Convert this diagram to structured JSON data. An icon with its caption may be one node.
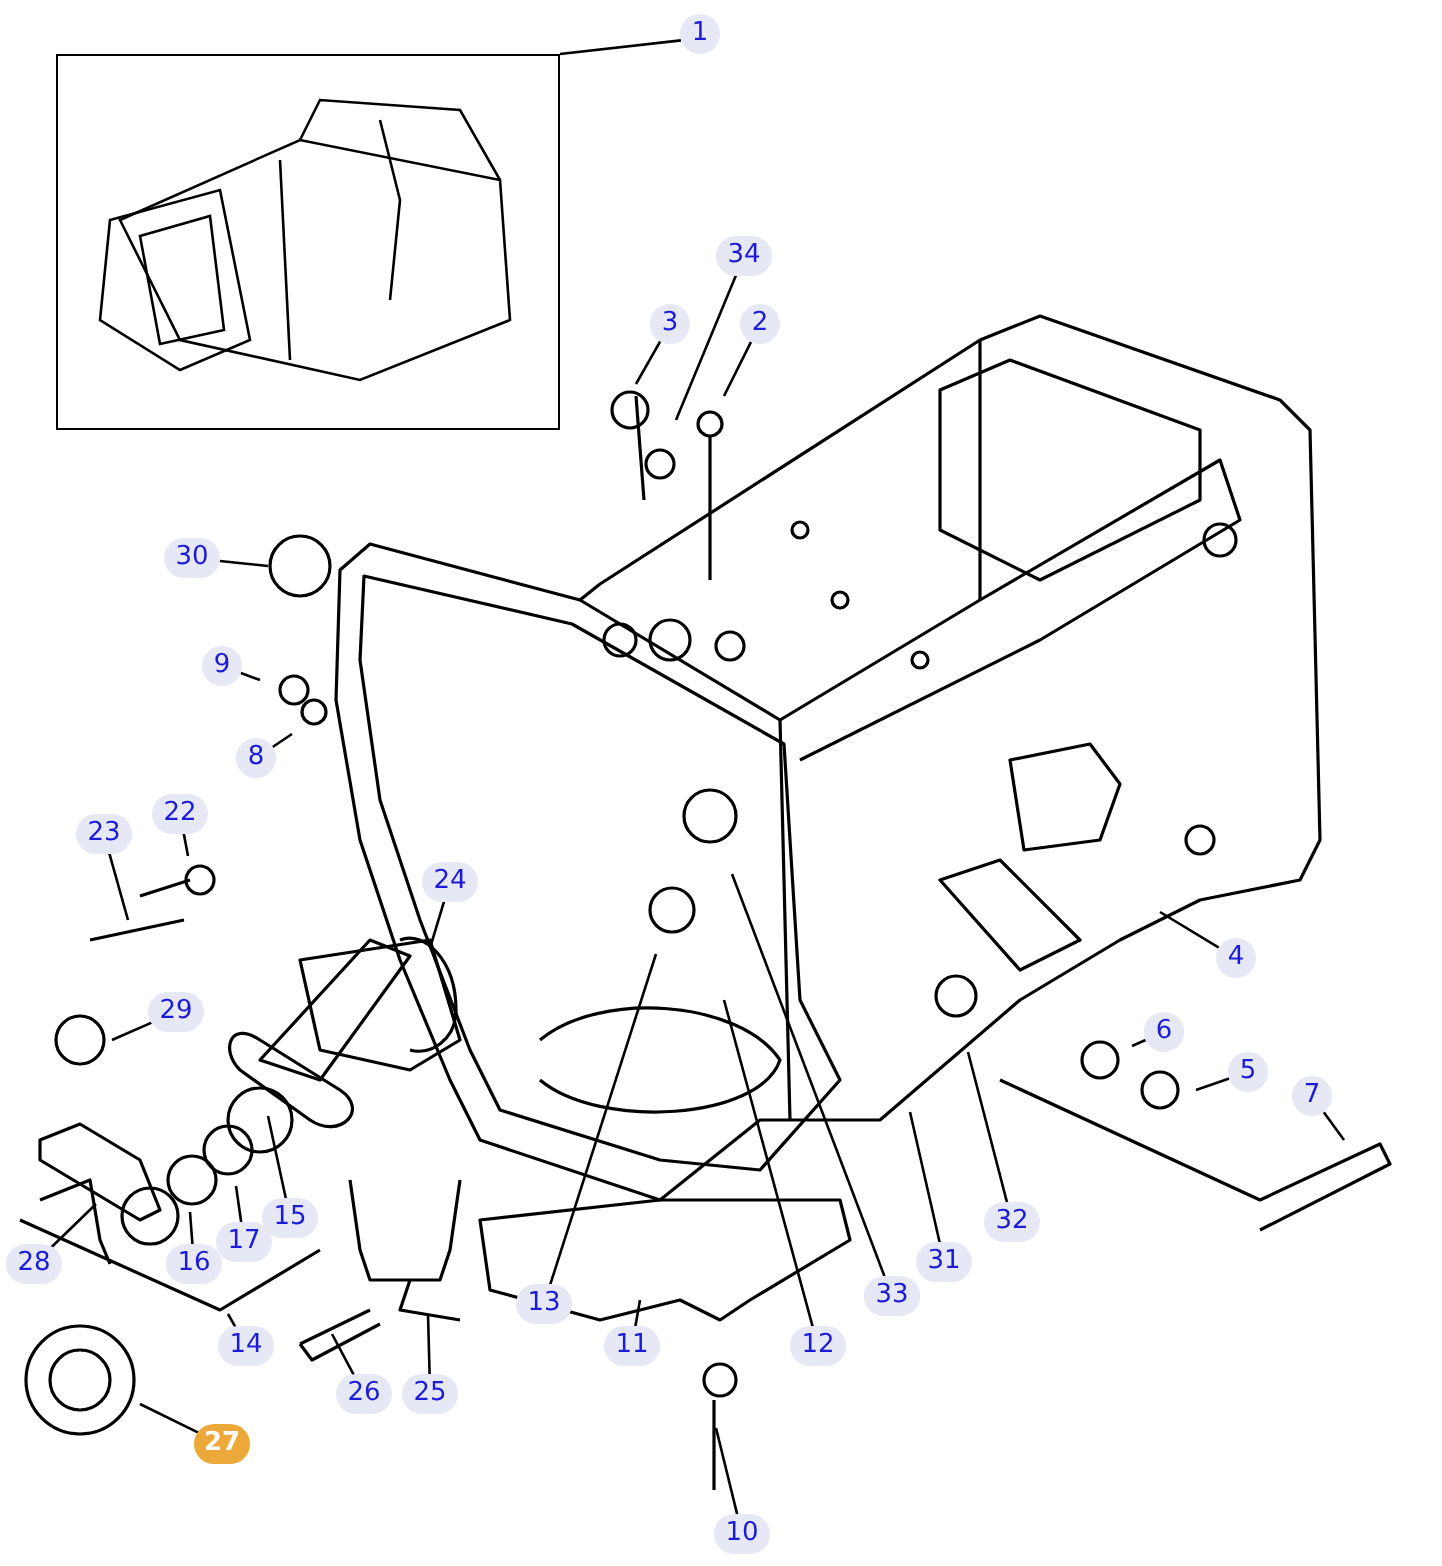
{
  "diagram": {
    "nodes": [
      {
        "text": [],
        "shape": "picture"
      },
      {
        "text": [
          "1"
        ]
      },
      {
        "text": [
          "34"
        ]
      },
      {
        "text": [
          "3"
        ]
      },
      {
        "text": [
          "2"
        ]
      },
      {
        "text": [
          "30"
        ]
      },
      {
        "text": [
          "9"
        ]
      },
      {
        "text": [
          "8"
        ]
      },
      {
        "text": [
          "23"
        ]
      },
      {
        "text": [
          "22"
        ]
      },
      {
        "text": [
          "24"
        ]
      },
      {
        "text": [
          "4"
        ]
      },
      {
        "text": [
          "29"
        ]
      },
      {
        "text": [
          "6"
        ]
      },
      {
        "text": [
          "5"
        ]
      },
      {
        "text": [
          "7"
        ]
      },
      {
        "text": [
          "15"
        ]
      },
      {
        "text": [
          "32"
        ]
      },
      {
        "text": [
          "17"
        ]
      },
      {
        "text": [
          "28"
        ]
      },
      {
        "text": [
          "16"
        ]
      },
      {
        "text": [
          "31"
        ]
      },
      {
        "text": [
          "33"
        ]
      },
      {
        "text": [
          "13"
        ]
      },
      {
        "text": [
          "14"
        ]
      },
      {
        "text": [
          "11"
        ]
      },
      {
        "text": [
          "12"
        ]
      },
      {
        "text": [
          "26"
        ]
      },
      {
        "text": [
          "25"
        ]
      },
      {
        "text": [
          "27"
        ]
      },
      {
        "text": [
          "10"
        ]
      }
    ],
    "edges": [
      {
        "from": 1,
        "to": 0,
        "arrow": "none"
      },
      {
        "from": 2,
        "to": null,
        "arrow": "none"
      },
      {
        "from": 3,
        "to": null,
        "arrow": "none"
      },
      {
        "from": 4,
        "to": null,
        "arrow": "none"
      },
      {
        "from": 5,
        "to": null,
        "arrow": "none"
      },
      {
        "from": 6,
        "to": null,
        "arrow": "none"
      },
      {
        "from": 7,
        "to": null,
        "arrow": "none"
      },
      {
        "from": 8,
        "to": null,
        "arrow": "none"
      },
      {
        "from": 9,
        "to": null,
        "arrow": "none"
      },
      {
        "from": 10,
        "to": null,
        "arrow": "none"
      },
      {
        "from": 11,
        "to": null,
        "arrow": "none"
      },
      {
        "from": 12,
        "to": null,
        "arrow": "none"
      },
      {
        "from": 13,
        "to": null,
        "arrow": "none"
      },
      {
        "from": 14,
        "to": null,
        "arrow": "none"
      },
      {
        "from": 15,
        "to": null,
        "arrow": "none"
      },
      {
        "from": 16,
        "to": null,
        "arrow": "none"
      },
      {
        "from": 17,
        "to": null,
        "arrow": "none"
      },
      {
        "from": 18,
        "to": null,
        "arrow": "none"
      },
      {
        "from": 19,
        "to": null,
        "arrow": "none"
      },
      {
        "from": 20,
        "to": null,
        "arrow": "none"
      },
      {
        "from": 21,
        "to": null,
        "arrow": "none"
      },
      {
        "from": 22,
        "to": null,
        "arrow": "none"
      },
      {
        "from": 23,
        "to": null,
        "arrow": "none"
      },
      {
        "from": 24,
        "to": null,
        "arrow": "none"
      },
      {
        "from": 25,
        "to": null,
        "arrow": "none"
      },
      {
        "from": 26,
        "to": null,
        "arrow": "none"
      },
      {
        "from": 27,
        "to": null,
        "arrow": "none"
      },
      {
        "from": 28,
        "to": null,
        "arrow": "none"
      },
      {
        "from": 29,
        "to": null,
        "arrow": "none"
      },
      {
        "from": 30,
        "to": null,
        "arrow": "none"
      }
    ]
  }
}
